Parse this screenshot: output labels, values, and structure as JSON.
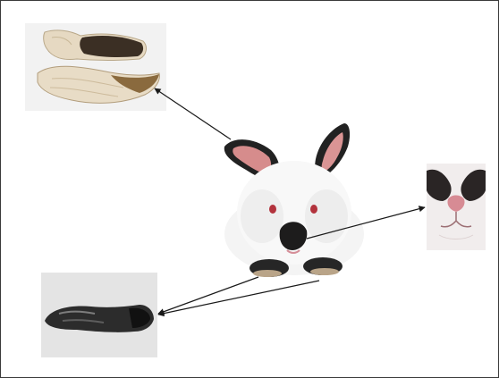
{
  "figure": {
    "background": "#ffffff",
    "border_color": "#3a3a3a",
    "arrow_color": "#1a1a1a"
  },
  "photos": {
    "center": {
      "subject": "rabbit",
      "colors": {
        "fur": "#f6f6f6",
        "points": "#1d1c1c",
        "ear_inner": "#d98f8f",
        "eye": "#b2323c"
      }
    },
    "top_left": {
      "subject": "dried-rabbit-ears",
      "colors": {
        "hide": "#e8dcc6",
        "tip": "#3b2f24"
      }
    },
    "right": {
      "subject": "rabbit-nose-closeup",
      "colors": {
        "fur": "#f1eded",
        "dark": "#2a2525",
        "nose": "#d78b94"
      }
    },
    "bottom_left": {
      "subject": "rabbit-foot",
      "colors": {
        "bg": "#e4e4e4",
        "fur": "#2c2c2c",
        "highlight": "#7d7d7d"
      }
    }
  },
  "connectors": [
    {
      "from": "rabbit-ear",
      "to": "dried-rabbit-ears"
    },
    {
      "from": "rabbit-nose",
      "to": "rabbit-nose-closeup"
    },
    {
      "from": "rabbit-left-paw",
      "to": "rabbit-foot"
    },
    {
      "from": "rabbit-right-paw",
      "to": "rabbit-foot"
    }
  ]
}
